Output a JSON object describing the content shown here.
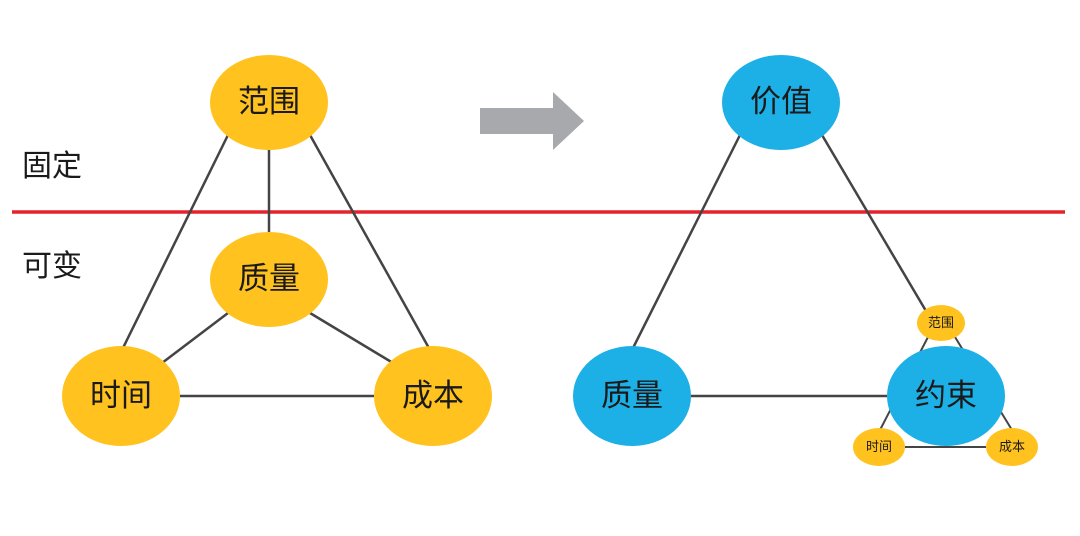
{
  "zones": {
    "fixed_label": "固定",
    "variable_label": "可变"
  },
  "left_triangle": {
    "top": "范围",
    "center": "质量",
    "left": "时间",
    "right": "成本"
  },
  "right_triangle": {
    "top": "价值",
    "left": "质量",
    "right": "约束",
    "constraint_parts": {
      "top": "范围",
      "left": "时间",
      "right": "成本"
    }
  },
  "colors": {
    "node_yellow": "#FFC21F",
    "node_blue": "#1CB0E6",
    "divider_red": "#E3242B",
    "arrow_gray": "#A8A9AD",
    "edge_gray": "#444444"
  }
}
